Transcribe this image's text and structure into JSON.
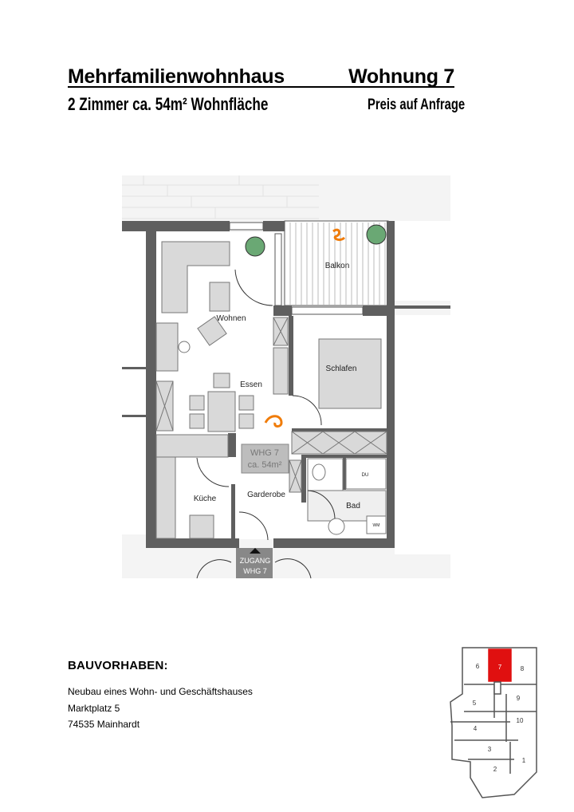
{
  "header": {
    "title": "Mehrfamilienwohnhaus",
    "unit": "Wohnung 7",
    "subtitle": "2 Zimmer ca. 54m² Wohnfläche",
    "price": "Preis auf Anfrage"
  },
  "plan": {
    "rooms": {
      "balkon": "Balkon",
      "wohnen": "Wohnen",
      "essen": "Essen",
      "schlafen": "Schlafen",
      "kueche": "Küche",
      "garderobe": "Garderobe",
      "bad": "Bad",
      "du": "DU",
      "wm": "WM"
    },
    "unit_badge": {
      "line1": "WHG 7",
      "line2": "ca. 54m²"
    },
    "entrance": {
      "line1": "ZUGANG",
      "line2": "WHG 7"
    },
    "colors": {
      "wall": "#5f5f5f",
      "furniture": "#d9d9d9",
      "accent": "#f07c0a",
      "plant": "#6aa874"
    }
  },
  "project": {
    "heading": "BAUVORHABEN:",
    "lines": [
      "Neubau eines Wohn- und Geschäftshauses",
      "Marktplatz 5",
      "74535 Mainhardt"
    ]
  },
  "keyplan": {
    "units": [
      "1",
      "2",
      "3",
      "4",
      "5",
      "6",
      "7",
      "8",
      "9",
      "10"
    ],
    "highlight": "7",
    "highlight_color": "#e01010"
  }
}
